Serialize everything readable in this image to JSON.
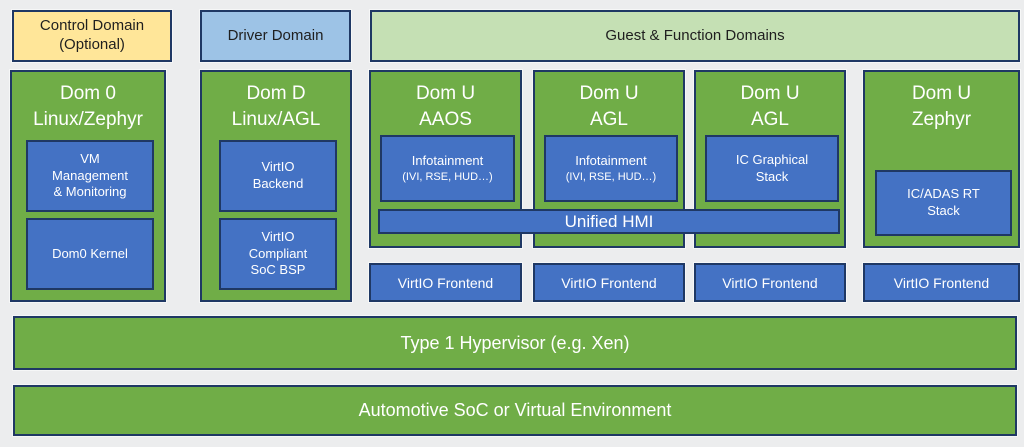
{
  "colors": {
    "background": "#ECEDEE",
    "domain_green": "#70AD47",
    "stack_blue": "#4472C4",
    "header_yellow": "#FFE699",
    "header_light_blue": "#9DC3E6",
    "header_light_green": "#C5E0B4",
    "border_navy": "#1F3864",
    "text_dark": "#1F1F1F",
    "text_white": "#FFFFFF"
  },
  "top_row": {
    "control_domain": [
      "Control Domain",
      "(Optional)"
    ],
    "driver_domain": "Driver Domain",
    "guest_function_domains": "Guest & Function Domains"
  },
  "dom0": {
    "title": [
      "Dom 0",
      "Linux/Zephyr"
    ],
    "vm_management": [
      "VM",
      "Management",
      "& Monitoring"
    ],
    "kernel": "Dom0 Kernel"
  },
  "domd": {
    "title": [
      "Dom D",
      "Linux/AGL"
    ],
    "virtio_backend": [
      "VirtIO",
      "Backend"
    ],
    "soc_bsp": [
      "VirtIO",
      "Compliant",
      "SoC BSP"
    ]
  },
  "domus": [
    {
      "title": [
        "Dom U",
        "AAOS"
      ],
      "stack": [
        "Infotainment",
        "(IVI, RSE, HUD…)"
      ],
      "frontend": "VirtIO Frontend"
    },
    {
      "title": [
        "Dom U",
        "AGL"
      ],
      "stack": [
        "Infotainment",
        "(IVI, RSE, HUD…)"
      ],
      "frontend": "VirtIO Frontend"
    },
    {
      "title": [
        "Dom U",
        "AGL"
      ],
      "stack": [
        "IC Graphical",
        "Stack"
      ],
      "frontend": "VirtIO Frontend"
    },
    {
      "title": [
        "Dom U",
        "Zephyr"
      ],
      "stack": [
        "IC/ADAS RT",
        "Stack"
      ],
      "frontend": "VirtIO Frontend"
    }
  ],
  "unified_hmi": "Unified HMI",
  "hypervisor": "Type 1 Hypervisor (e.g. Xen)",
  "soc": "Automotive SoC or Virtual Environment"
}
